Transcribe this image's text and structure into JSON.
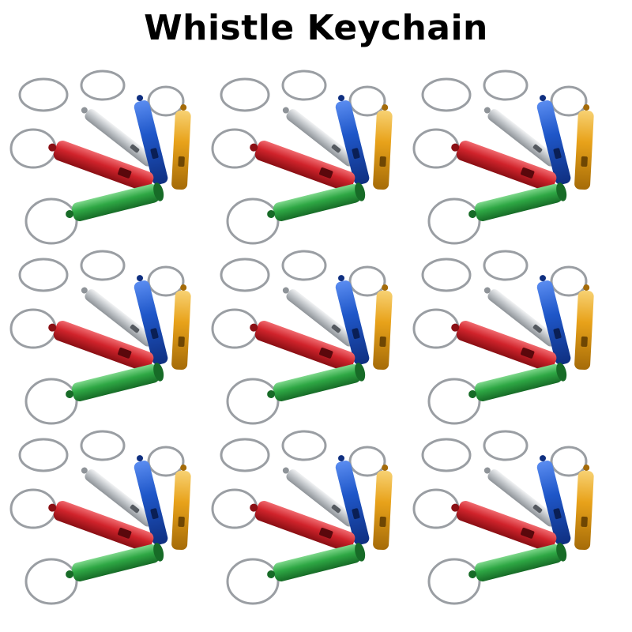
{
  "title": "Whistle Keychain",
  "product_grid": {
    "tiles": 9,
    "whistles_per_tile": [
      {
        "color_name": "silver",
        "color": "#c4c8cc"
      },
      {
        "color_name": "blue",
        "color": "#1f57c9"
      },
      {
        "color_name": "gold",
        "color": "#e8a21a"
      },
      {
        "color_name": "red",
        "color": "#d0232b"
      },
      {
        "color_name": "green",
        "color": "#2ea744"
      }
    ],
    "ring_color": "#9a9ea3"
  }
}
